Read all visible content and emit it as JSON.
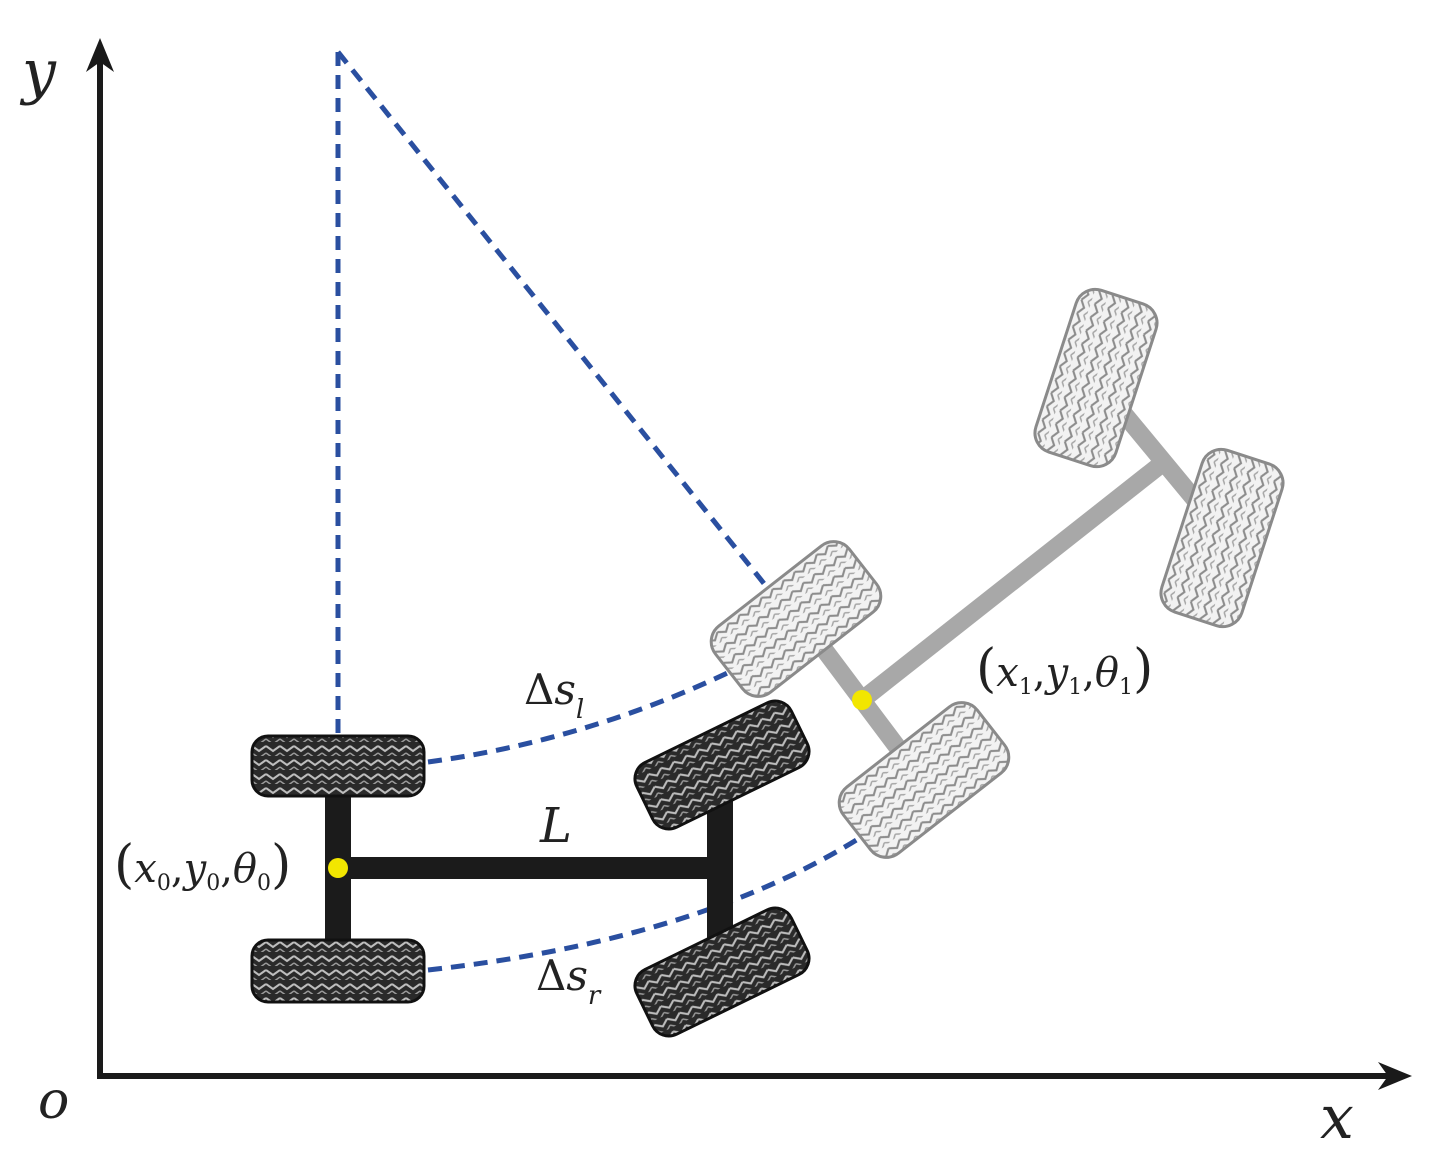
{
  "axes": {
    "x_label": "x",
    "y_label": "y",
    "origin_label": "o"
  },
  "robot_initial": {
    "pose_label": {
      "open": "(",
      "x": "x",
      "x_sub": "0",
      "y": "y",
      "y_sub": "0",
      "theta": "θ",
      "theta_sub": "0",
      "close": ")",
      "sep": ","
    },
    "length_label": "L"
  },
  "robot_final": {
    "pose_label": {
      "open": "(",
      "x": "x",
      "x_sub": "1",
      "y": "y",
      "y_sub": "1",
      "theta": "θ",
      "theta_sub": "1",
      "close": ")",
      "sep": ","
    }
  },
  "paths": {
    "left": {
      "delta": "Δ",
      "s": "s",
      "sub": "l"
    },
    "right": {
      "delta": "Δ",
      "s": "s",
      "sub": "r"
    }
  },
  "colors": {
    "path": "#2a4fa0",
    "axis": "#1a1a1a",
    "robot_initial": "#1b1b1b",
    "robot_final": "#a8a8a8",
    "center_point": "#f2e600"
  }
}
